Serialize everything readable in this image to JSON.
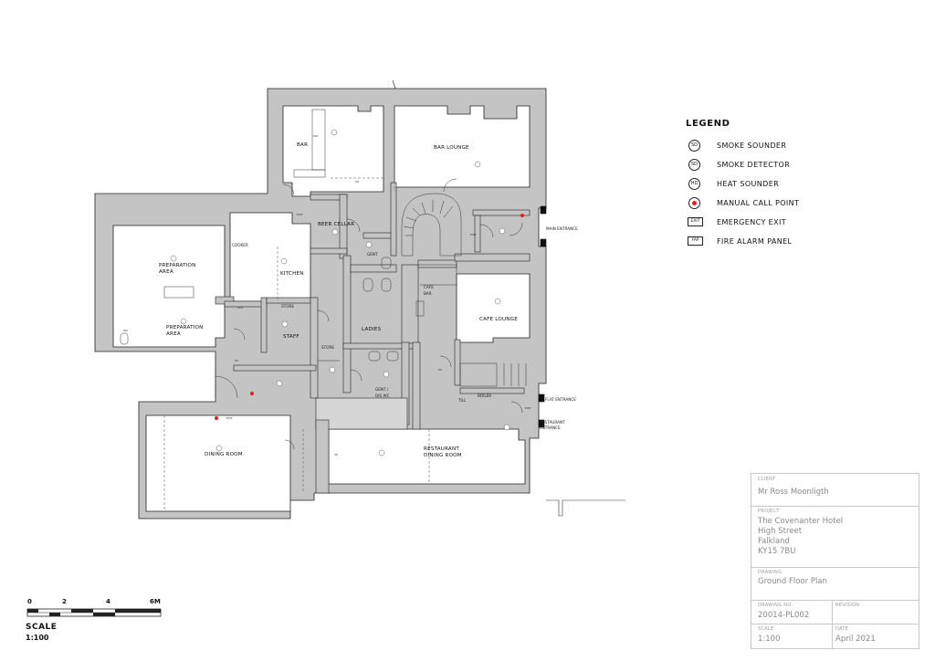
{
  "legend": {
    "title": "LEGEND",
    "items": [
      {
        "symbol": "SD",
        "suffix": "S",
        "label": "SMOKE SOUNDER",
        "icon": "smoke-sounder-icon"
      },
      {
        "symbol": "SD",
        "label": "SMOKE DETECTOR",
        "icon": "smoke-detector-icon"
      },
      {
        "symbol": "HD",
        "label": "HEAT SOUNDER",
        "icon": "heat-sounder-icon"
      },
      {
        "symbol": "",
        "label": "MANUAL CALL POINT",
        "icon": "manual-call-point-icon",
        "color": "#e02020"
      },
      {
        "symbol": "EXIT",
        "label": "EMERGENCY EXIT",
        "icon": "emergency-exit-icon"
      },
      {
        "symbol": "FAP",
        "label": "FIRE ALARM PANEL",
        "icon": "fire-alarm-panel-icon"
      }
    ]
  },
  "rooms": {
    "bar": "BAR",
    "bar_lounge": "BAR LOUNGE",
    "beer_cellar": "BEER CELLAR",
    "gent": "GENT",
    "preparation_area_1": [
      "PREPARATION",
      "AREA"
    ],
    "preparation_area_2": [
      "PREPARATION",
      "AREA"
    ],
    "cooker": "COOKER",
    "kitchen": "KITCHEN",
    "store_1": "STORE",
    "staff": "STAFF",
    "store_2": "STORE",
    "ladies": "LADIES",
    "cafe_bar": [
      "CAFE",
      "BAR"
    ],
    "cafe_lounge": "CAFE LOUNGE",
    "gent_dis_wc": [
      "GENT /",
      "DIS WC"
    ],
    "boiler": "BOILER",
    "till": "TILL",
    "dining_room": "DINING ROOM",
    "restaurant_dining_room": [
      "RESTAURANT",
      "DINING ROOM"
    ]
  },
  "entrances": {
    "main": "MAIN ENTRANCE",
    "flat": "FLAT ENTRANCE",
    "restaurant": [
      "RESTAURANT",
      "ENTRANCE"
    ]
  },
  "marks": {
    "up": "UP",
    "exit": "EXIT",
    "fap": "FAP",
    "sd": "SD",
    "hd": "HD",
    "wc": "WC"
  },
  "title_block": {
    "client_label": "CLIENT",
    "client": "Mr Ross Moonligth",
    "project_label": "PROJECT",
    "project_lines": [
      "The Covenanter Hotel",
      "High Street",
      "Falkland",
      "KY15 7BU"
    ],
    "drawing_label": "DRAWING",
    "drawing": "Ground Floor Plan",
    "drawing_no_label": "DRAWING NO.",
    "drawing_no": "20014-PL002",
    "revision_label": "REVISION",
    "revision": "",
    "scale_label": "SCALE",
    "scale": "1:100",
    "date_label": "DATE",
    "date": "April 2021"
  },
  "scale_bar": {
    "ticks": [
      "0",
      "2",
      "4",
      "6M"
    ],
    "label": "SCALE",
    "ratio": "1:100"
  }
}
